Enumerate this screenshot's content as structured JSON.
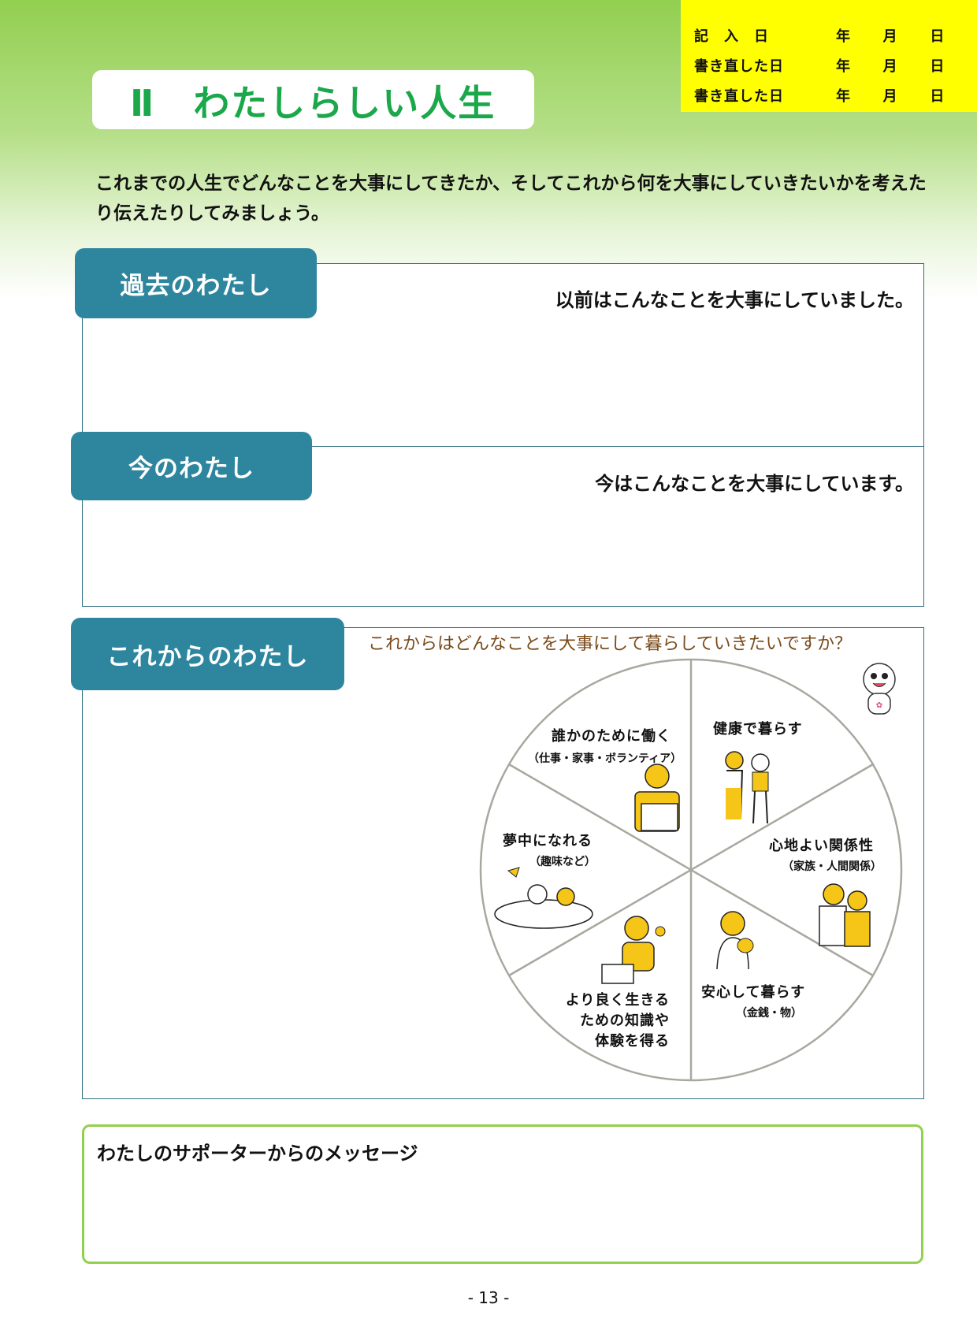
{
  "date_box": {
    "rows": [
      {
        "label": "記　入　日",
        "year": "年",
        "month": "月",
        "day": "日"
      },
      {
        "label": "書き直した日",
        "year": "年",
        "month": "月",
        "day": "日"
      },
      {
        "label": "書き直した日",
        "year": "年",
        "month": "月",
        "day": "日"
      }
    ]
  },
  "title": "Ⅱ　わたしらしい人生",
  "intro": "これまでの人生でどんなことを大事にしてきたか、そしてこれから何を大事にしていきたいかを考えたり伝えたりしてみましょう。",
  "sections": {
    "past": {
      "label": "過去のわたし",
      "prompt": "以前はこんなことを大事にしていました。"
    },
    "now": {
      "label": "今のわたし",
      "prompt": "今はこんなことを大事にしています。"
    },
    "future": {
      "label": "これからのわたし",
      "prompt": "これからはどんなことを大事にして暮らしていきたいですか？"
    }
  },
  "wheel": {
    "work": {
      "title": "誰かのために働く",
      "sub": "（仕事・家事・ボランティア）"
    },
    "health": {
      "title": "健康で暮らす"
    },
    "hobby": {
      "title": "夢中になれる",
      "sub": "（趣味など）"
    },
    "relations": {
      "title": "心地よい関係性",
      "sub": "（家族・人間関係）"
    },
    "security": {
      "title": "安心して暮らす",
      "sub": "（金銭・物）"
    },
    "learning": {
      "line1": "より良く生きる",
      "line2": "ための知識や",
      "line3": "体験を得る"
    }
  },
  "message": {
    "label": "わたしのサポーターからのメッセージ"
  },
  "page_number": "- 13 -",
  "colors": {
    "tab": "#2e869e",
    "title_green": "#1aa84a",
    "date_yellow": "#ffff00",
    "message_border": "#92d050"
  }
}
